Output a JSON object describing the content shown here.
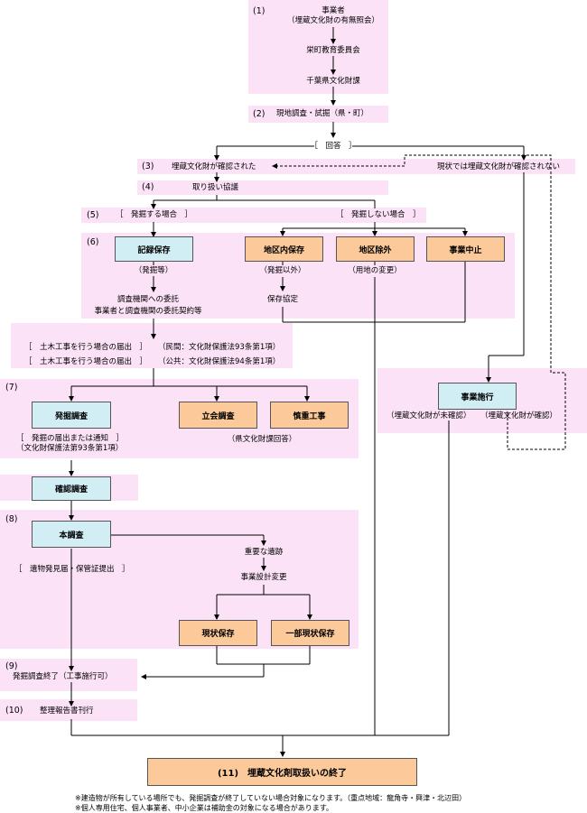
{
  "s1": {
    "num": "(1)",
    "line1": "事業者",
    "line2": "（埋蔵文化財の有無照会）",
    "line3": "栄町教育委員会",
    "line4": "千葉県文化財課"
  },
  "s2": {
    "num": "(2)",
    "text": "現地調査・試掘（県・町）"
  },
  "answer": "［　回答　］",
  "s3": {
    "num": "(3)",
    "confirmed": "埋蔵文化財が確認された",
    "not_confirmed": "現状では埋蔵文化財が確認されない"
  },
  "s4": {
    "num": "(4)",
    "text": "取り扱い協議"
  },
  "s5": {
    "num": "(5)",
    "excavate": "［　発掘する場合　］",
    "no_excavate": "［　発掘しない場合　］"
  },
  "s6": {
    "num": "(6)",
    "record": "記録保存",
    "district_keep": "地区内保存",
    "district_exclude": "地区除外",
    "cancel": "事業中止",
    "dig": "（発掘等）",
    "non_dig": "（発掘以外）",
    "land_change": "（用地の変更）",
    "agreement": "保存協定",
    "commission1": "調査機関への委託",
    "commission2": "事業者と調査機関の委託契約等"
  },
  "civil": {
    "row1_label": "［　土木工事を行う場合の届出　］",
    "row1_law": "（民間：文化財保護法93条第1項）",
    "row2_label": "［　土木工事を行う場合の届出　］",
    "row2_law": "（公共：文化財保護法94条第1項）"
  },
  "s7": {
    "num": "(7)",
    "dig_survey": "発掘調査",
    "witness": "立会調査",
    "careful": "慎重工事",
    "notice1": "［　発掘の届出または通知　］",
    "notice2": "（文化財保護法第93条第1項）",
    "pref": "（県文化財課回答）"
  },
  "project": {
    "label": "事業施行",
    "unconfirmed": "（埋蔵文化財が未確認）",
    "confirmed": "（埋蔵文化財が確認）"
  },
  "confirm_survey": "確認調査",
  "s8": {
    "num": "(8)",
    "main": "本調査",
    "report": "［　遺物発見届・保管証提出　］",
    "important": "重要な遺跡",
    "design": "事業設計変更",
    "keep": "現状保存",
    "partial": "一部現状保存"
  },
  "s9": {
    "num": "(9)",
    "text": "発掘調査終了（工事施行可）"
  },
  "s10": {
    "num": "(10)",
    "text": "整理報告書刊行"
  },
  "s11": "(11)　埋蔵文化剤取扱いの終了",
  "notes": {
    "n1": "※建造物が所有している場所でも、発掘調査が終了していない場合対象になります。（重点地域：龍角寺・興津・北辺田）",
    "n2": "※個人専用住宅、個人事業者、中小企業は補助金の対象になる場合があります。"
  }
}
